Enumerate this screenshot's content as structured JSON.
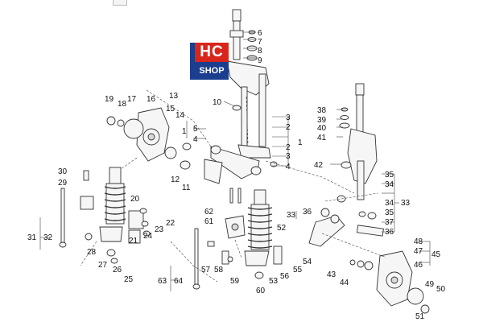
{
  "logo": {
    "line1": "HC",
    "line2": "SHOP"
  },
  "callouts": {
    "c1": "1",
    "c2": "2",
    "c3": "3",
    "c4": "4",
    "c5": "5",
    "c6": "6",
    "c7": "7",
    "c8": "8",
    "c9": "9",
    "c10": "10",
    "c11": "11",
    "c12": "12",
    "c13": "13",
    "c14": "14",
    "c15": "15",
    "c16": "16",
    "c17": "17",
    "c18": "18",
    "c19": "19",
    "c20": "20",
    "c21": "21",
    "c22": "22",
    "c23": "23",
    "c24": "24",
    "c25": "25",
    "c26": "26",
    "c27": "27",
    "c28": "28",
    "c29": "29",
    "c30": "30",
    "c31": "31",
    "c32": "32",
    "c33": "33",
    "c34": "34",
    "c35": "35",
    "c36": "36",
    "c37": "37",
    "c38": "38",
    "c39": "39",
    "c40": "40",
    "c41": "41",
    "c42": "42",
    "c43": "43",
    "c44": "44",
    "c45": "45",
    "c46": "46",
    "c47": "47",
    "c48": "48",
    "c49": "49",
    "c50": "50",
    "c51": "51",
    "c52": "52",
    "c53": "53",
    "c54": "54",
    "c55": "55",
    "c56": "56",
    "c57": "57",
    "c58": "58",
    "c59": "59",
    "c60": "60",
    "c61": "61",
    "c62": "62",
    "c63": "63",
    "c64": "64"
  }
}
